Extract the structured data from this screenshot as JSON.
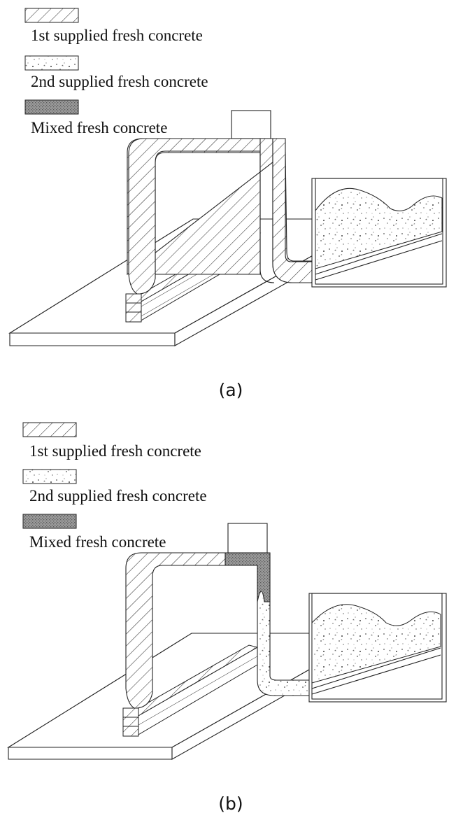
{
  "panels": [
    {
      "caption": "(a)",
      "legend": [
        {
          "pattern": "hatch",
          "label": "1st supplied fresh concrete"
        },
        {
          "pattern": "dots",
          "label": "2nd supplied fresh concrete"
        },
        {
          "pattern": "mixed",
          "label": "Mixed fresh concrete"
        }
      ]
    },
    {
      "caption": "(b)",
      "legend": [
        {
          "pattern": "hatch",
          "label": "1st supplied fresh concrete"
        },
        {
          "pattern": "dots",
          "label": "2nd supplied fresh concrete"
        },
        {
          "pattern": "mixed",
          "label": "Mixed fresh concrete"
        }
      ]
    }
  ],
  "colors": {
    "line": "#222222",
    "mixed_fill": "#8a8a8a",
    "background": "#ffffff"
  }
}
